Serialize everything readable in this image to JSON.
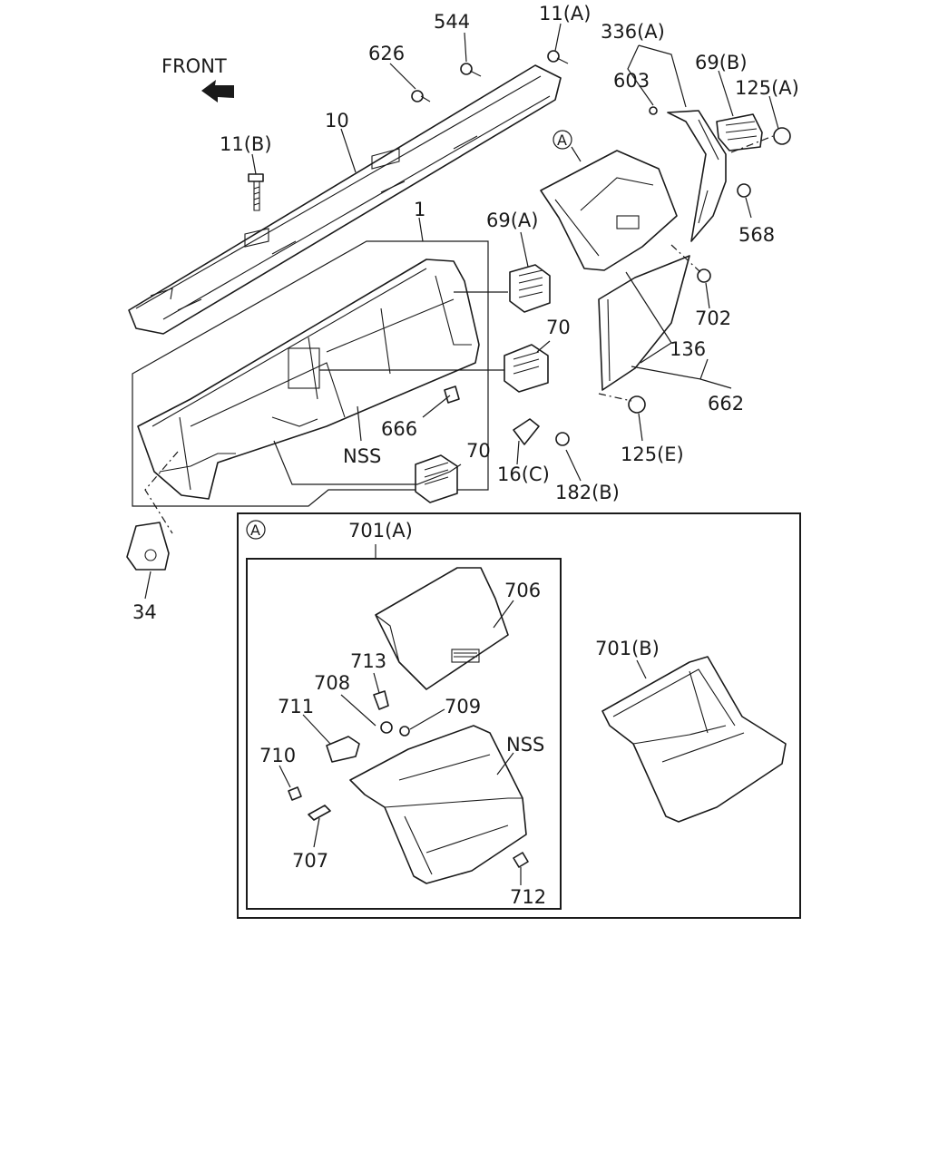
{
  "front_label": "FRONT",
  "callout_letter": "A",
  "labels": {
    "p544": "544",
    "p11a": "11(A)",
    "p336a": "336(A)",
    "p626": "626",
    "p603": "603",
    "p69b": "69(B)",
    "p125a": "125(A)",
    "p10": "10",
    "p11b": "11(B)",
    "p1": "1",
    "p69a": "69(A)",
    "p568": "568",
    "p702": "702",
    "p70_upper": "70",
    "p136": "136",
    "p666": "666",
    "p662": "662",
    "p70_lower": "70",
    "nss_main": "NSS",
    "p16c": "16(C)",
    "p125e": "125(E)",
    "p182b": "182(B)",
    "p34": "34",
    "p701a": "701(A)",
    "p706": "706",
    "p701b": "701(B)",
    "p713": "713",
    "p708": "708",
    "p711": "711",
    "p709": "709",
    "nss_inset": "NSS",
    "p710": "710",
    "p707": "707",
    "p712": "712"
  }
}
